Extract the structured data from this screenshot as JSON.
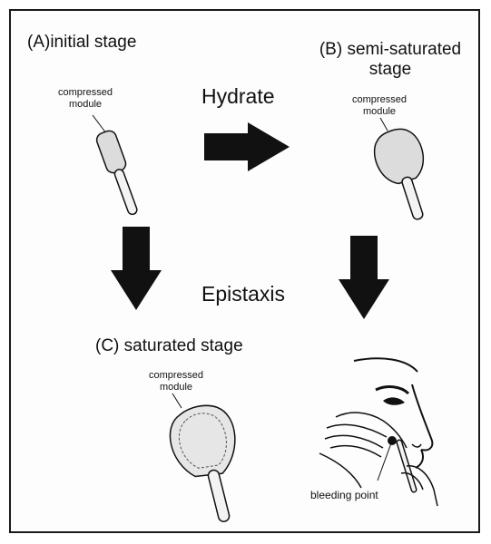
{
  "stages": {
    "a": {
      "title": "(A)initial stage",
      "module_label_1": "compressed",
      "module_label_2": "module"
    },
    "b": {
      "title_1": "(B) semi-saturated",
      "title_2": "stage",
      "module_label_1": "compressed",
      "module_label_2": "module"
    },
    "c": {
      "title": "(C) saturated stage",
      "module_label_1": "compressed",
      "module_label_2": "module"
    }
  },
  "actions": {
    "hydrate": "Hydrate",
    "epistaxis": "Epistaxis"
  },
  "patient": {
    "bleeding_label": "bleeding point"
  },
  "icons": {
    "arrow": "thick-black-arrow-icon",
    "device": "nasal-tampon-icon",
    "face": "patient-profile-icon"
  },
  "colors": {
    "ink": "#111111",
    "sponge_fill": "#dcdcdc",
    "frame": "#1a1a1a"
  }
}
